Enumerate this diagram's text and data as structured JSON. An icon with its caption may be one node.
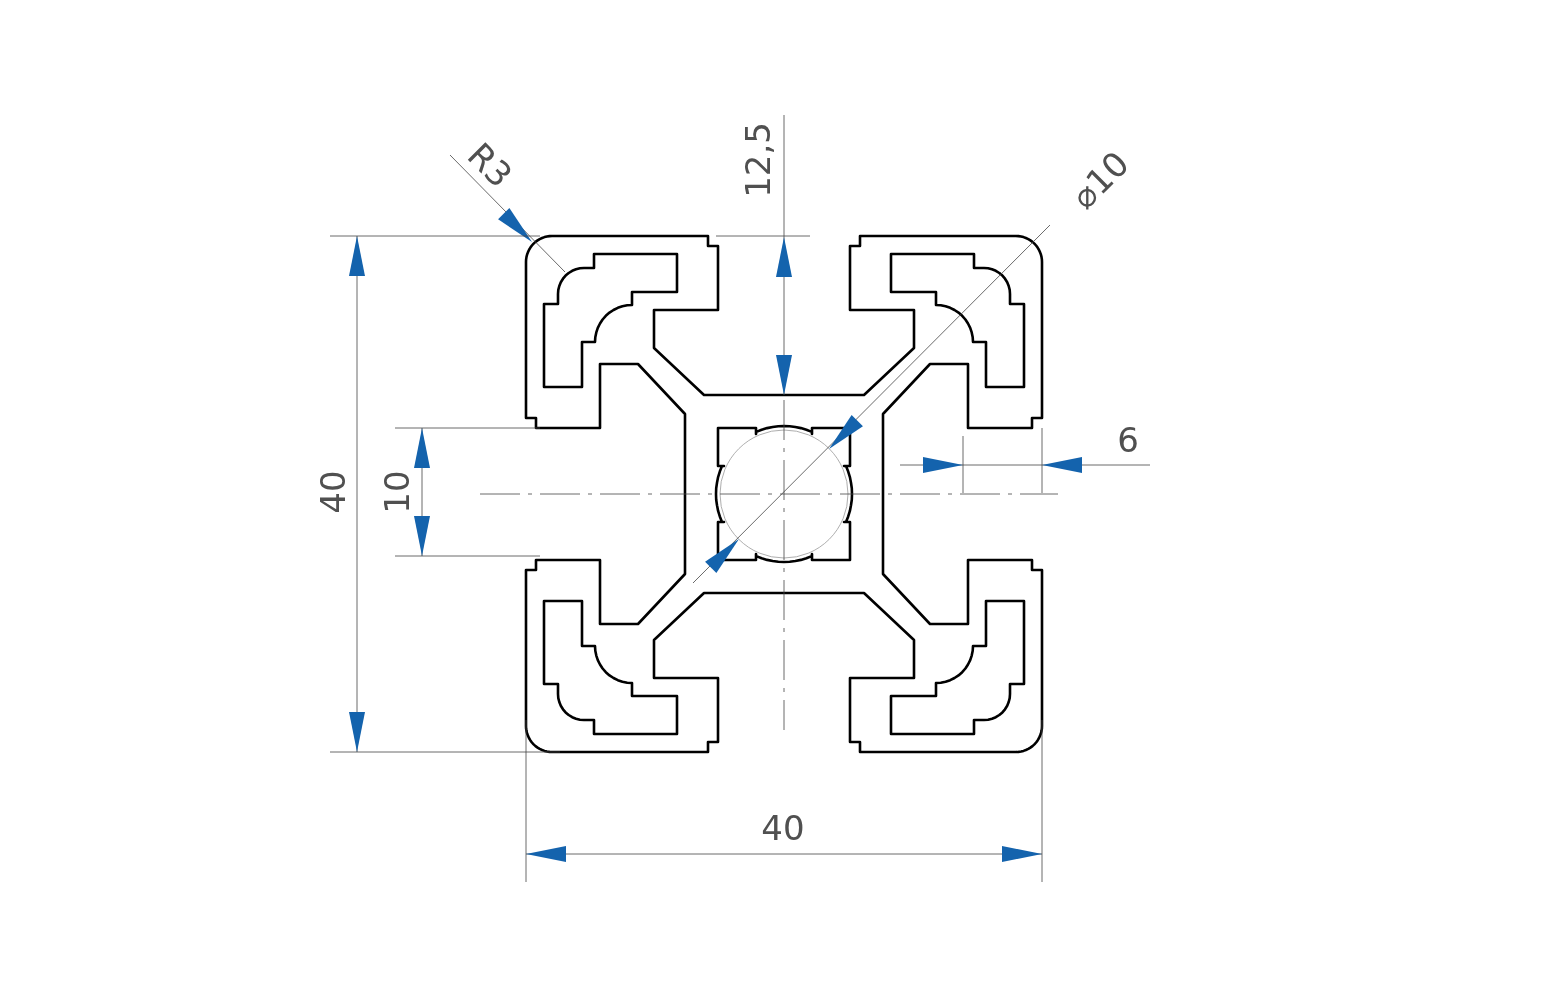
{
  "diagram": {
    "labels": [
      "R3",
      "12,5",
      "⌀10",
      "6",
      "40",
      "10",
      "40"
    ]
  }
}
